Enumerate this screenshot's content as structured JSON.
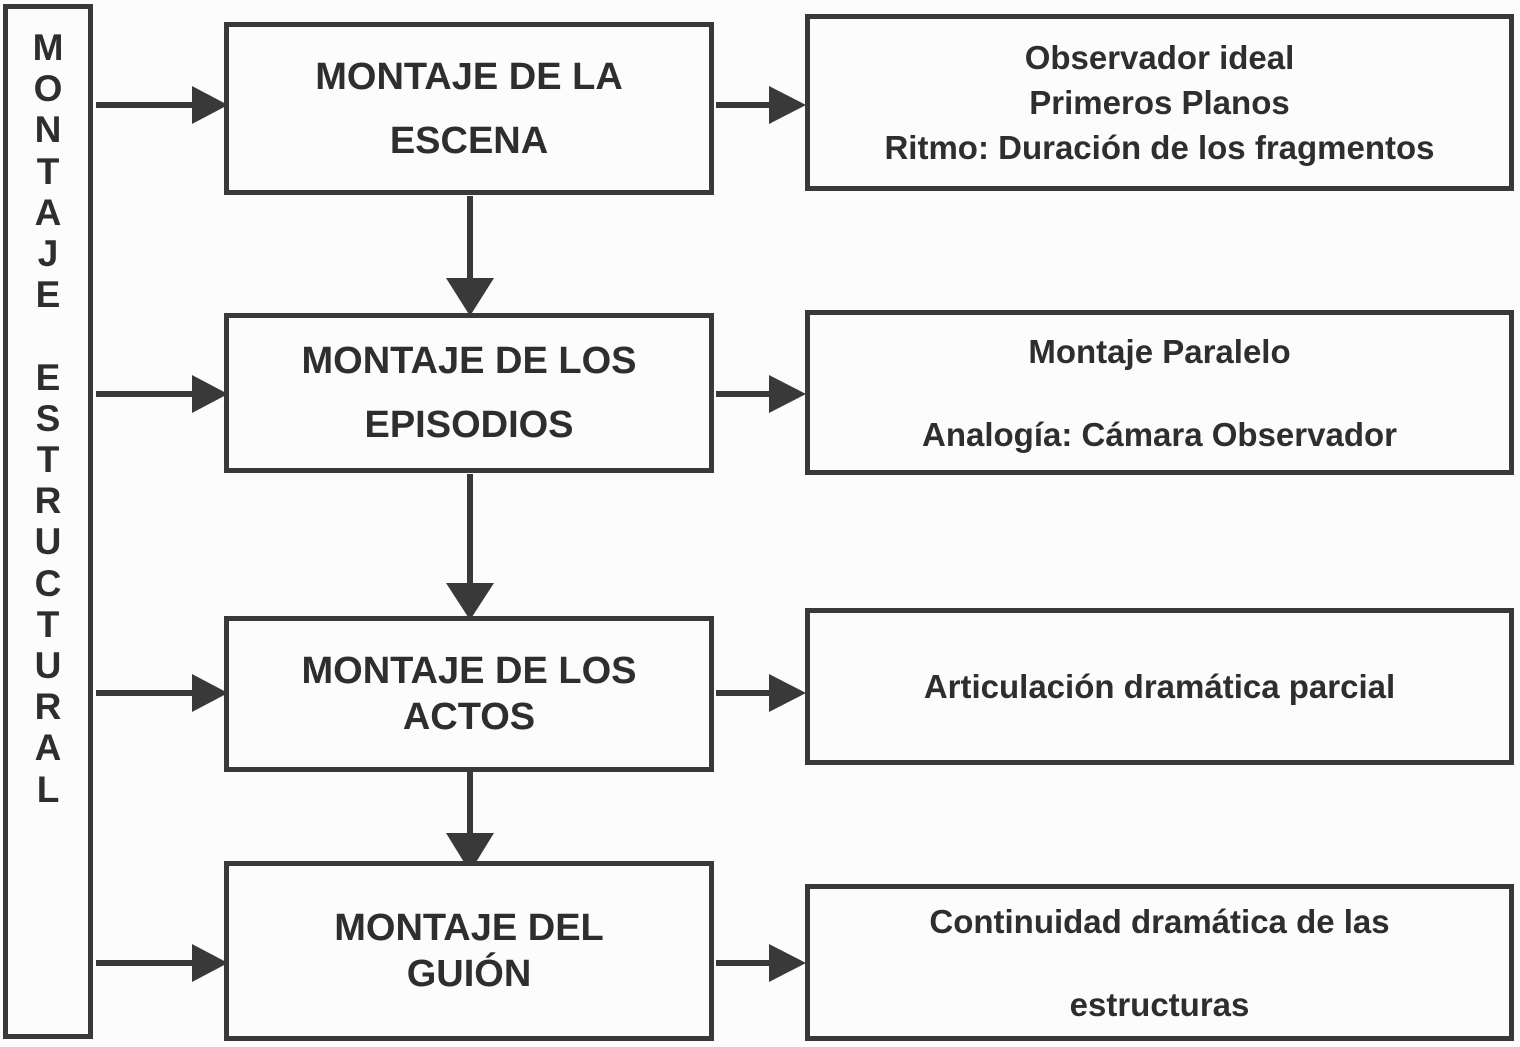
{
  "diagram": {
    "title": "MONTAJE ESTRUCTURAL",
    "spine_label": "MONTAJE ESTRUCTURAL",
    "spine_letters": [
      "M",
      "O",
      "N",
      "T",
      "A",
      "J",
      "E",
      "",
      "E",
      "S",
      "T",
      "R",
      "U",
      "C",
      "T",
      "U",
      "R",
      "A",
      "L"
    ],
    "stroke_color": "#393939",
    "text_color": "#2e2e2e",
    "background_color": "#fcfcfc",
    "rows": [
      {
        "stage": {
          "lines": [
            "MONTAJE DE LA",
            "ESCENA"
          ]
        },
        "detail": {
          "lines": [
            "Observador ideal",
            "Primeros Planos",
            "Ritmo: Duración de los fragmentos"
          ]
        }
      },
      {
        "stage": {
          "lines": [
            "MONTAJE DE LOS",
            "EPISODIOS"
          ]
        },
        "detail": {
          "lines": [
            "Montaje Paralelo",
            "Analogía: Cámara Observador"
          ]
        }
      },
      {
        "stage": {
          "lines": [
            "MONTAJE DE LOS",
            "ACTOS"
          ]
        },
        "detail": {
          "lines": [
            "Articulación dramática parcial"
          ]
        }
      },
      {
        "stage": {
          "lines": [
            "MONTAJE DEL",
            "GUIÓN"
          ]
        },
        "detail": {
          "lines": [
            "Continuidad dramática de las",
            "estructuras"
          ]
        }
      }
    ]
  }
}
